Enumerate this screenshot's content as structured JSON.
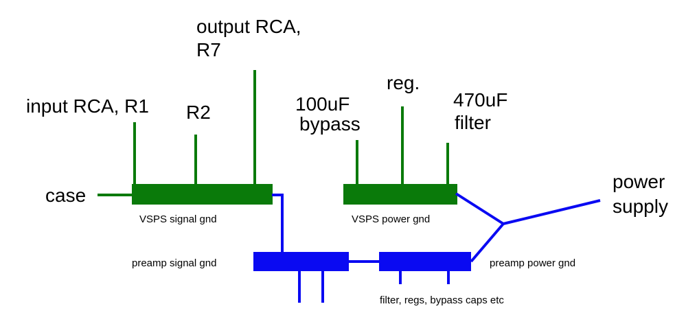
{
  "colors": {
    "vsps": "#0a7a0a",
    "preamp": "#0a0af2",
    "text": "#000000",
    "background": "#ffffff"
  },
  "labels": {
    "case": "case",
    "input_rca": "input RCA, R1",
    "r2": "R2",
    "output_rca_line1": "output RCA,",
    "output_rca_line2": "R7",
    "bypass_line1": "100uF",
    "bypass_line2": "bypass",
    "reg": "reg.",
    "filter_line1": "470uF",
    "filter_line2": "filter",
    "power_supply_line1": "power",
    "power_supply_line2": "supply",
    "vsps_signal_gnd": "VSPS signal gnd",
    "vsps_power_gnd": "VSPS power gnd",
    "preamp_signal_gnd": "preamp signal gnd",
    "preamp_power_gnd": "preamp power gnd",
    "preamp_caps": "filter, regs, bypass caps etc"
  }
}
